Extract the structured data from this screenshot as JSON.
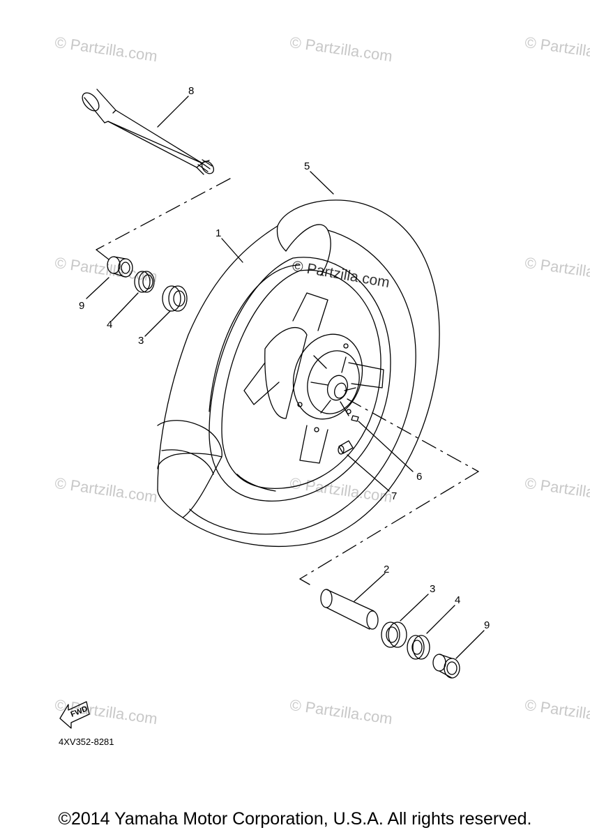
{
  "watermark_text": "© Partzilla.com",
  "callouts": {
    "c1": "1",
    "c2": "2",
    "c3a": "3",
    "c3b": "3",
    "c4a": "4",
    "c4b": "4",
    "c5": "5",
    "c6": "6",
    "c7": "7",
    "c8": "8",
    "c9a": "9",
    "c9b": "9"
  },
  "fwd_label": "FWD",
  "diagram_code": "4XV352-8281",
  "copyright": "©2014 Yamaha Motor Corporation, U.S.A. All rights reserved."
}
